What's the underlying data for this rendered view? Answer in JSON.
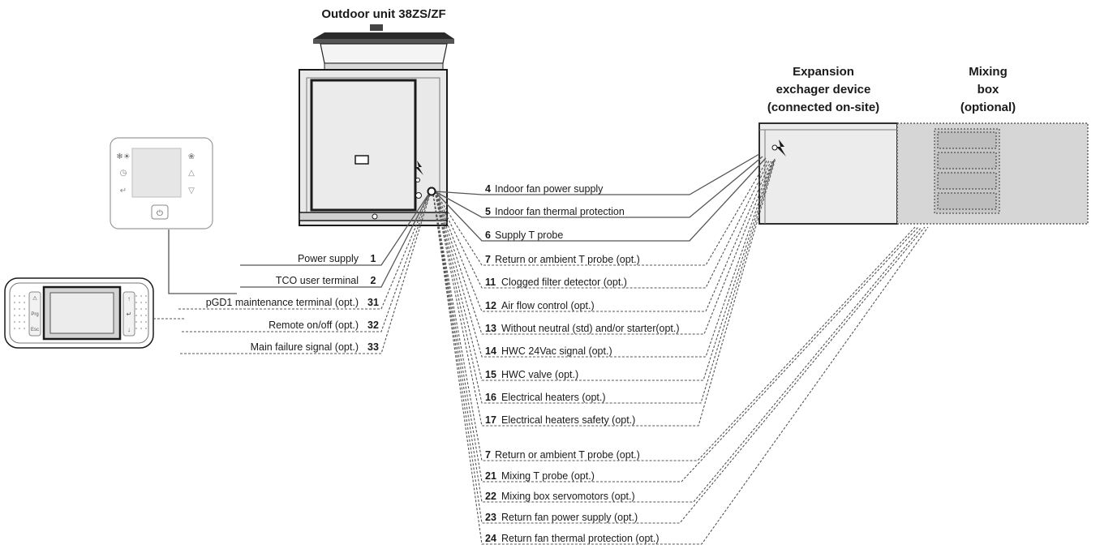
{
  "titles": {
    "outdoor_unit": "Outdoor unit 38ZS/ZF",
    "expansion": [
      "Expansion",
      "exchager device",
      "(connected on-site)"
    ],
    "mixing": [
      "Mixing",
      "box",
      "(optional)"
    ]
  },
  "left_connections": [
    {
      "num": "1",
      "label": "Power supply",
      "style": "solid"
    },
    {
      "num": "2",
      "label": "TCO user terminal",
      "style": "solid"
    },
    {
      "num": "31",
      "label": "pGD1 maintenance terminal (opt.)",
      "style": "dashed"
    },
    {
      "num": "32",
      "label": "Remote on/off (opt.)",
      "style": "dashed"
    },
    {
      "num": "33",
      "label": "Main failure signal (opt.)",
      "style": "dashed"
    }
  ],
  "expansion_connections": [
    {
      "num": "4",
      "label": "Indoor fan power supply",
      "style": "solid"
    },
    {
      "num": "5",
      "label": "Indoor fan thermal protection",
      "style": "solid"
    },
    {
      "num": "6",
      "label": "Supply T probe",
      "style": "solid"
    },
    {
      "num": "7",
      "label": "Return or ambient T probe (opt.)",
      "style": "dashed"
    },
    {
      "num": "11",
      "label": "Clogged filter detector (opt.)",
      "style": "dashed"
    },
    {
      "num": "12",
      "label": "Air flow control (opt.)",
      "style": "dashed"
    },
    {
      "num": "13",
      "label": "Without neutral (std) and/or starter(opt.)",
      "style": "dashed"
    },
    {
      "num": "14",
      "label": "HWC 24Vac signal (opt.)",
      "style": "dashed"
    },
    {
      "num": "15",
      "label": "HWC valve (opt.)",
      "style": "dashed"
    },
    {
      "num": "16",
      "label": "Electrical heaters (opt.)",
      "style": "dashed"
    },
    {
      "num": "17",
      "label": "Electrical heaters safety (opt.)",
      "style": "dashed"
    }
  ],
  "mixing_connections": [
    {
      "num": "7",
      "label": "Return or ambient T probe (opt.)",
      "style": "dashed"
    },
    {
      "num": "21",
      "label": "Mixing T probe (opt.)",
      "style": "dashed"
    },
    {
      "num": "22",
      "label": "Mixing box servomotors (opt.)",
      "style": "dashed"
    },
    {
      "num": "23",
      "label": "Return fan power supply (opt.)",
      "style": "dashed"
    },
    {
      "num": "24",
      "label": "Return fan thermal protection (opt.)",
      "style": "dashed"
    }
  ],
  "tco_terminal": {
    "mode_glyph": "❄☀",
    "fan_glyph": "❀",
    "clock_glyph": "◷",
    "up_glyph": "△",
    "enter_glyph": "↵",
    "down_glyph": "▽",
    "power_glyph": "⏻"
  },
  "pgd1_terminal": {
    "keys_left": [
      "⚠",
      "Prg",
      "Esc"
    ],
    "keys_right": [
      "↑",
      "↵",
      "↓"
    ]
  },
  "colors": {
    "line": "#555555",
    "unit_fill": "#e8e8e8",
    "unit_dark": "#1a1a1a",
    "mixing_fill": "#d6d6d6",
    "panel_fill": "#bdbdbd"
  }
}
